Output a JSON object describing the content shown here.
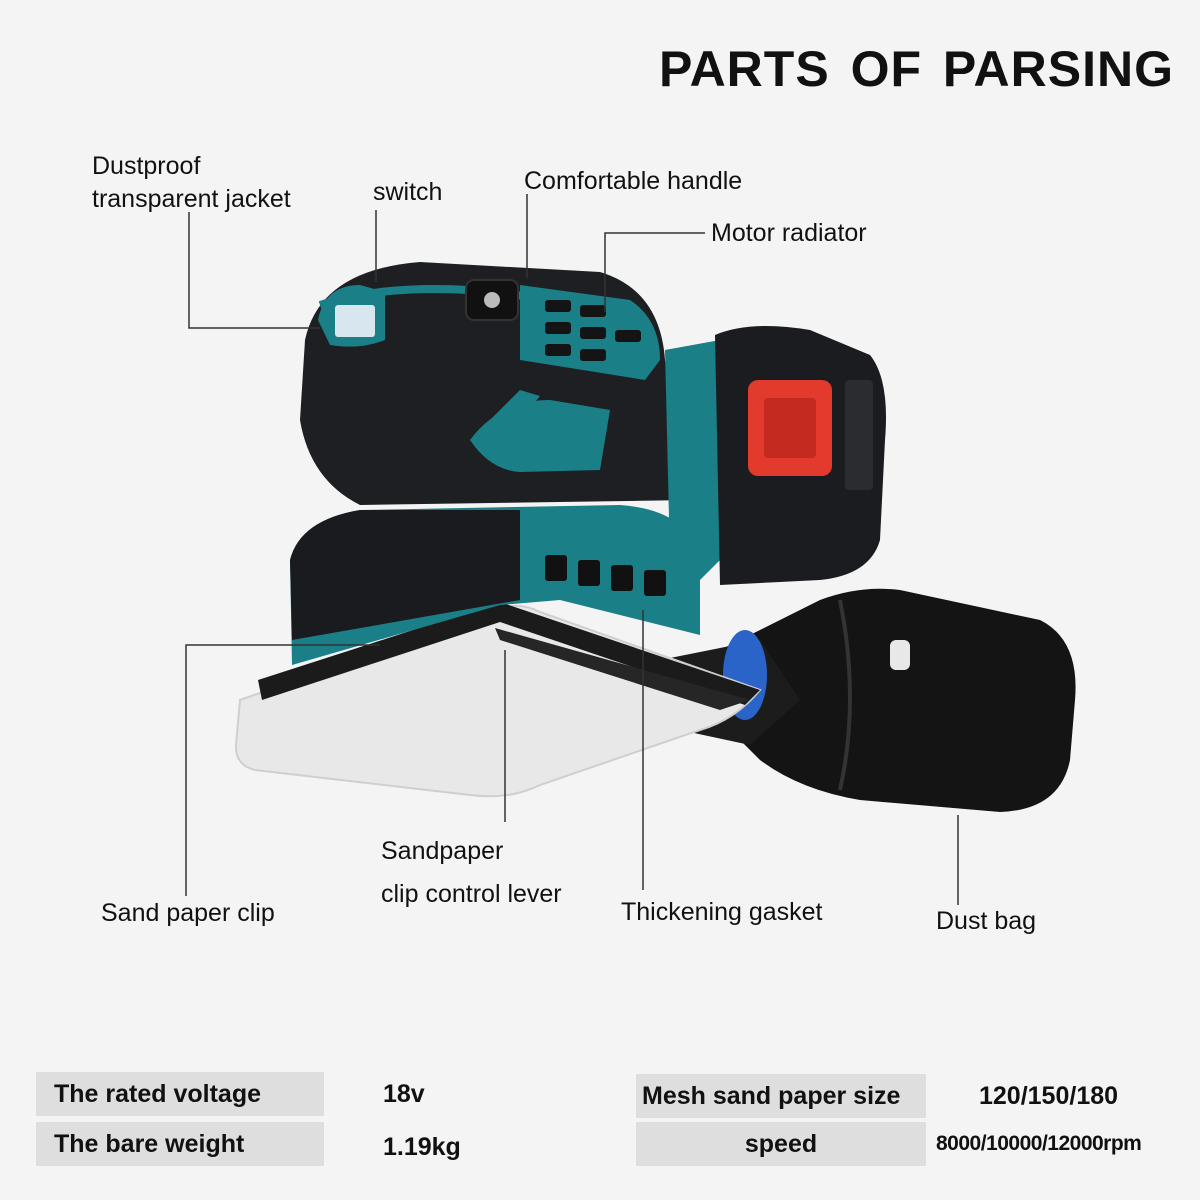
{
  "title": "PARTS OF PARSING",
  "callouts": {
    "dustproof_line1": "Dustproof",
    "dustproof_line2": "transparent jacket",
    "switch": "switch",
    "handle": "Comfortable handle",
    "radiator": "Motor radiator",
    "sandpaper_clip": "Sand paper clip",
    "lever_line1": "Sandpaper",
    "lever_line2": "clip control lever",
    "gasket": "Thickening gasket",
    "dust_bag": "Dust bag"
  },
  "specs": [
    {
      "key": "The rated voltage",
      "value": "18v"
    },
    {
      "key": "The bare weight",
      "value": "1.19kg"
    },
    {
      "key": "Mesh sand paper size",
      "value": "120/150/180"
    },
    {
      "key": "speed",
      "value": "8000/10000/12000rpm"
    }
  ],
  "colors": {
    "body": "#1e1f22",
    "accent": "#1a7f86",
    "battery_button": "#e23a2c",
    "sandpaper": "#e9e9e9",
    "spec_bg": "#dedede",
    "leader": "#333333"
  }
}
